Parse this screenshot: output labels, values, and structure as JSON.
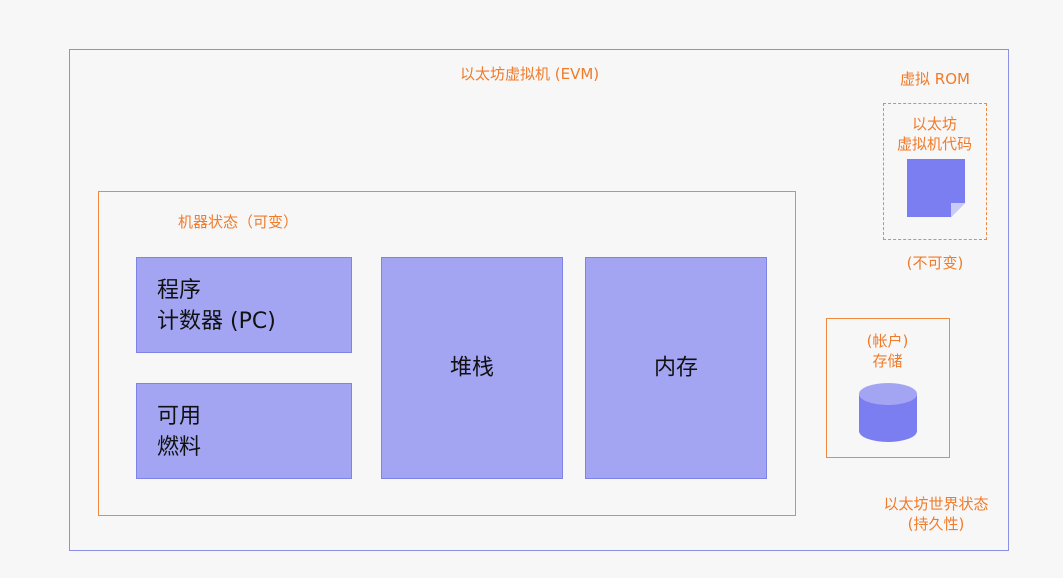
{
  "evm": {
    "title": "以太坊虚拟机 (EVM)"
  },
  "machine_state": {
    "label": "机器状态（可变）",
    "pc": {
      "line1": "程序",
      "line2": "计数器 (PC)"
    },
    "gas": {
      "line1": "可用",
      "line2": "燃料"
    },
    "stack": "堆栈",
    "memory": "内存"
  },
  "rom": {
    "title": "虚拟 ROM",
    "code_line1": "以太坊",
    "code_line2": "虚拟机代码",
    "immutable": "(不可变)",
    "doc_icon": "document-icon"
  },
  "world_state": {
    "storage_line1": "(帐户)",
    "storage_line2": "存储",
    "db_icon": "database-icon",
    "label_line1": "以太坊世界状态",
    "label_line2": "(持久性)"
  },
  "colors": {
    "orange": "#f07b2b",
    "purple_fill": "#a3a5f2",
    "purple_stroke": "#7f83e8",
    "icon_fill": "#7b7ef0"
  }
}
